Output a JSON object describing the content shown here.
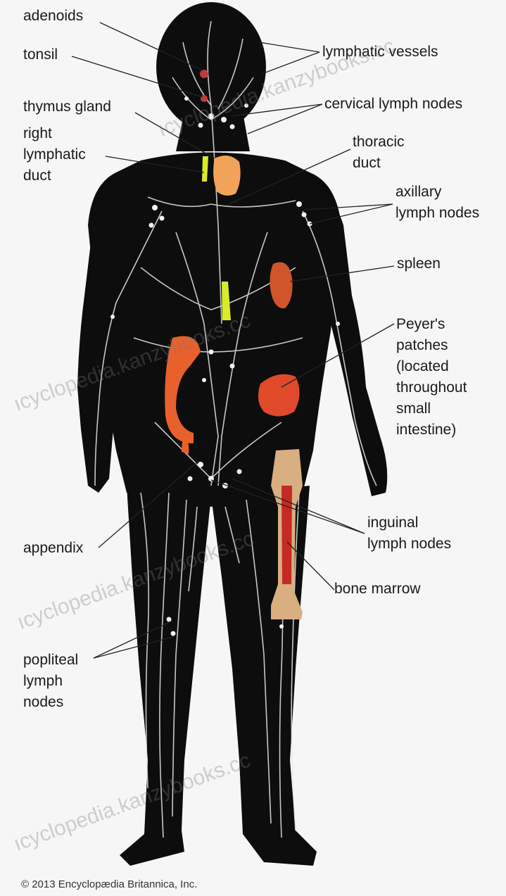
{
  "labels": {
    "adenoids": "adenoids",
    "tonsil": "tonsil",
    "thymus_gland": "thymus gland",
    "right_lymphatic_duct": "right\nlymphatic\nduct",
    "lymphatic_vessels": "lymphatic vessels",
    "cervical_lymph_nodes": "cervical lymph nodes",
    "thoracic_duct": "thoracic\nduct",
    "axillary_lymph_nodes": "axillary\nlymph nodes",
    "spleen": "spleen",
    "peyers_patches": "Peyer's\npatches\n(located\nthroughout\nsmall\nintestine)",
    "appendix": "appendix",
    "inguinal_lymph_nodes": "inguinal\nlymph nodes",
    "bone_marrow": "bone marrow",
    "popliteal_lymph_nodes": "popliteal\nlymph\nnodes"
  },
  "watermark": "ıcyclopedia.kanzybooks.cc",
  "copyright": "© 2013 Encyclopædia Britannica, Inc.",
  "colors": {
    "body": "#0d0d0d",
    "vessels": "#e8e8e8",
    "thymus": "#f2a35a",
    "thoracic_duct": "#d8ec2a",
    "spleen": "#d0552a",
    "intestine": "#e8602c",
    "bone": "#d9ae80",
    "marrow": "#c62a24",
    "leader_lines": "#222222"
  }
}
